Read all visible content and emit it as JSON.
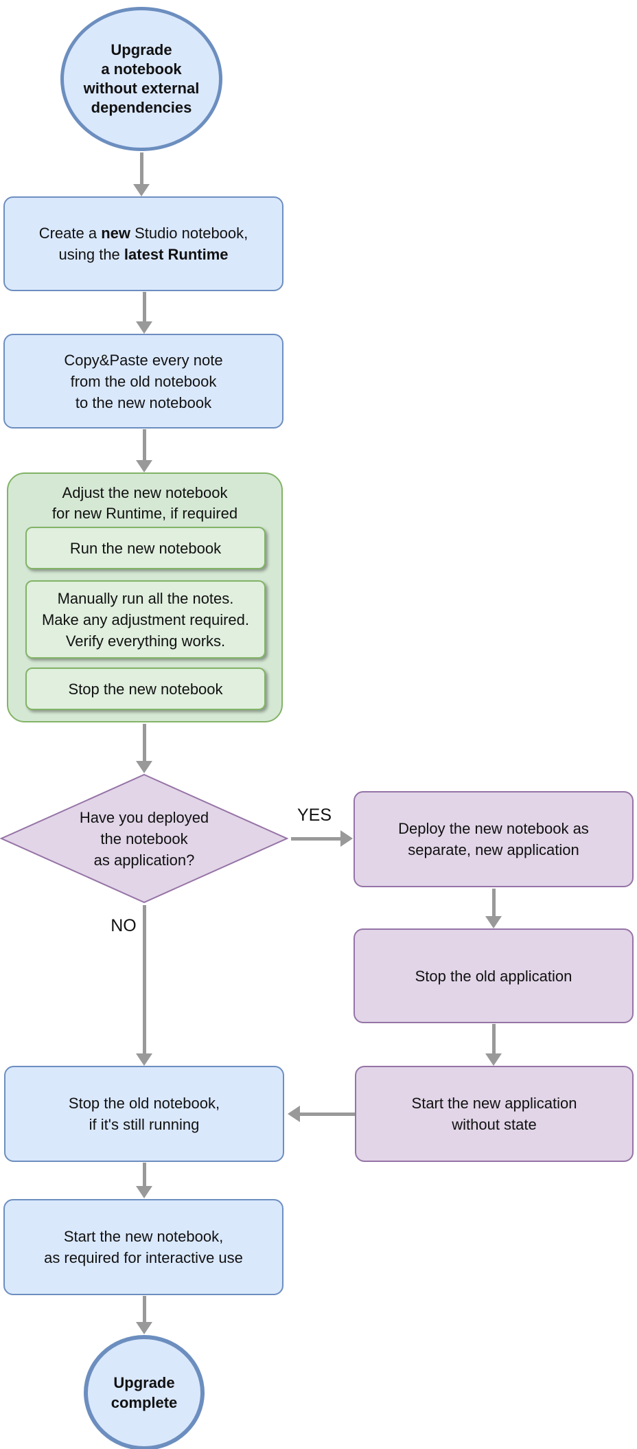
{
  "title": "Upgrade a notebook without external dependencies - flowchart",
  "colors": {
    "blue_fill": "#dae8fc",
    "blue_stroke": "#6c8ebf",
    "green_fill": "#d5e8d4",
    "green_step_fill": "#e0efde",
    "green_stroke": "#82b366",
    "purple_fill": "#e1d5e7",
    "purple_stroke": "#9673a6",
    "arrow": "#999999",
    "text": "#111111"
  },
  "start_node": {
    "lines": [
      "Upgrade",
      "a notebook",
      "without external",
      "dependencies"
    ]
  },
  "create_box": {
    "l1a": "Create a ",
    "l1b": "new",
    "l1c": " Studio notebook,",
    "l2a": "using the ",
    "l2b": "latest Runtime"
  },
  "copy_box": {
    "lines": [
      "Copy&Paste every note",
      "from the old notebook",
      "to the new notebook"
    ]
  },
  "adjust_group": {
    "title_lines": [
      "Adjust the new notebook",
      "for new Runtime, if required"
    ],
    "steps": [
      {
        "lines": [
          "Run the new notebook"
        ]
      },
      {
        "lines": [
          "Manually run all the notes.",
          "Make any adjustment required.",
          "Verify everything works."
        ]
      },
      {
        "lines": [
          "Stop the new notebook"
        ]
      }
    ]
  },
  "decision": {
    "lines": [
      "Have you deployed",
      "the notebook",
      "as application?"
    ],
    "yes_label": "YES",
    "no_label": "NO"
  },
  "deploy_box": {
    "lines": [
      "Deploy the new notebook as",
      "separate, new application"
    ]
  },
  "stop_app_box": {
    "lines": [
      "Stop the old application"
    ]
  },
  "start_app_box": {
    "lines": [
      "Start the new application",
      "without state"
    ]
  },
  "stop_notebook_box": {
    "lines": [
      "Stop the old notebook,",
      "if it's still running"
    ]
  },
  "start_notebook_box": {
    "lines": [
      "Start the new notebook,",
      "as required for interactive use"
    ]
  },
  "end_node": {
    "lines": [
      "Upgrade",
      "complete"
    ]
  }
}
